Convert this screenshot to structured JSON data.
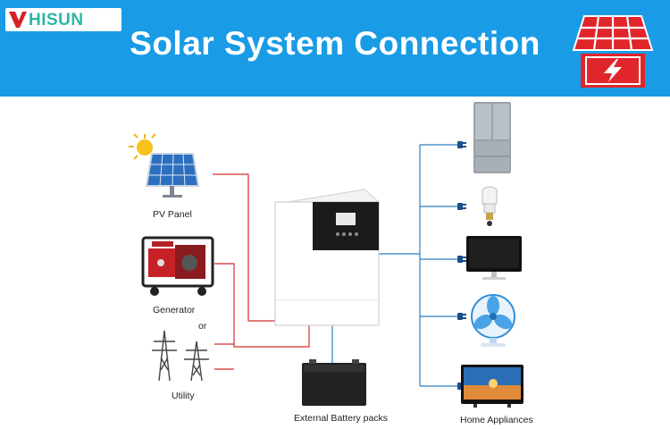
{
  "header": {
    "logo_text": "HISUN",
    "title": "Solar System Connection",
    "colors": {
      "banner": "#1a9be5",
      "logo_green": "#2bb7a8",
      "icon_red": "#e0262b"
    }
  },
  "sources": {
    "pv_label": "PV Panel",
    "generator_label": "Generator",
    "or_label": "or",
    "utility_label": "Utility"
  },
  "battery": {
    "label": "External Battery packs"
  },
  "loads": {
    "label": "Home Appliances",
    "items": [
      "refrigerator",
      "light-bulb",
      "computer-monitor",
      "electric-fan",
      "television"
    ]
  },
  "wiring": {
    "dc_color": "#d62c2c",
    "ac_color": "#2f7fc1"
  }
}
